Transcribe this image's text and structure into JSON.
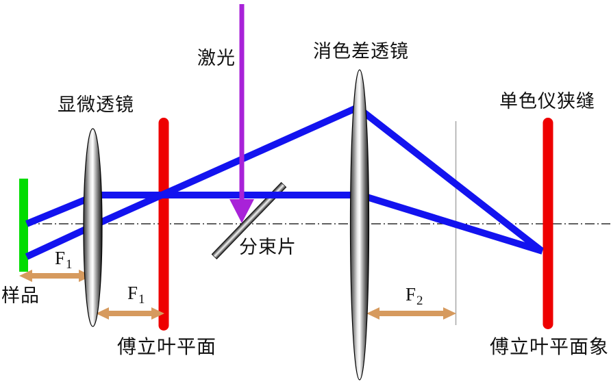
{
  "diagram": {
    "labels": {
      "laser": "激光",
      "achromatic_lens": "消色差透镜",
      "microscope_lens": "显微透镜",
      "monochromator_slit": "单色仪狭缝",
      "sample": "样品",
      "beam_splitter": "分束片",
      "fourier_plane": "傅立叶平面",
      "fourier_plane_image": "傅立叶平面象"
    },
    "focal_distances": {
      "f1_sample": {
        "symbol": "F",
        "subscript": "1"
      },
      "f1_plane": {
        "symbol": "F",
        "subscript": "1"
      },
      "f2": {
        "symbol": "F",
        "subscript": "2"
      }
    },
    "colors": {
      "ray": "#1313ef",
      "laser_beam": "#a822d8",
      "plane_marker": "#ee0000",
      "sample_bar": "#00dc00",
      "distance_arrow": "#d69a5e",
      "focal_line": "#aaaaaa",
      "axis": "#000000"
    }
  }
}
